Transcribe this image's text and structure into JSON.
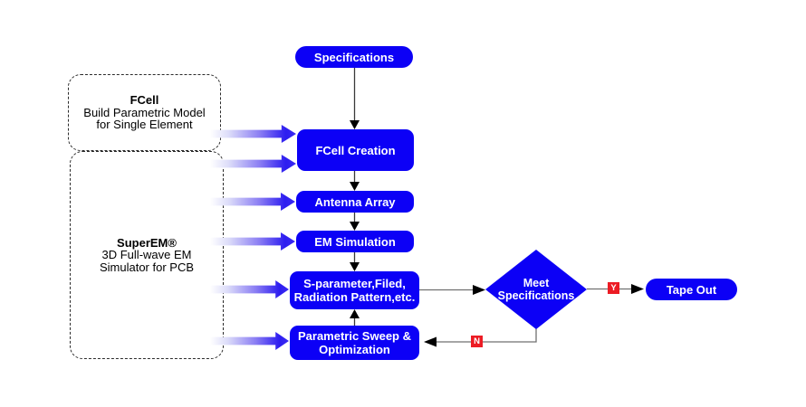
{
  "palette": {
    "node_blue": "#0c00f6",
    "arrow_blue_strong": "#2d1df0",
    "branch_red": "#ec1c24",
    "wire_dark": "#3a3a3a",
    "wire_gray": "#707070"
  },
  "side_panels": {
    "fcell": {
      "title": "FCell",
      "lines": [
        "Build Parametric Model",
        "for Single Element"
      ]
    },
    "superem": {
      "title": "SuperEM®",
      "lines": [
        "3D Full-wave EM",
        "Simulator for PCB"
      ]
    }
  },
  "nodes": {
    "specifications": {
      "label": "Specifications"
    },
    "fcell_creation": {
      "label": "FCell Creation"
    },
    "antenna_array": {
      "label": "Antenna Array"
    },
    "em_simulation": {
      "label": "EM Simulation"
    },
    "s_parameter": {
      "lines": [
        "S-parameter,Filed,",
        "Radiation Pattern,etc."
      ]
    },
    "parametric_sweep": {
      "lines": [
        "Parametric Sweep &",
        "Optimization"
      ]
    },
    "decision": {
      "lines": [
        "Meet",
        "Specifications"
      ]
    },
    "tape_out": {
      "label": "Tape Out"
    }
  },
  "branch_labels": {
    "yes": "Y",
    "no": "N"
  }
}
